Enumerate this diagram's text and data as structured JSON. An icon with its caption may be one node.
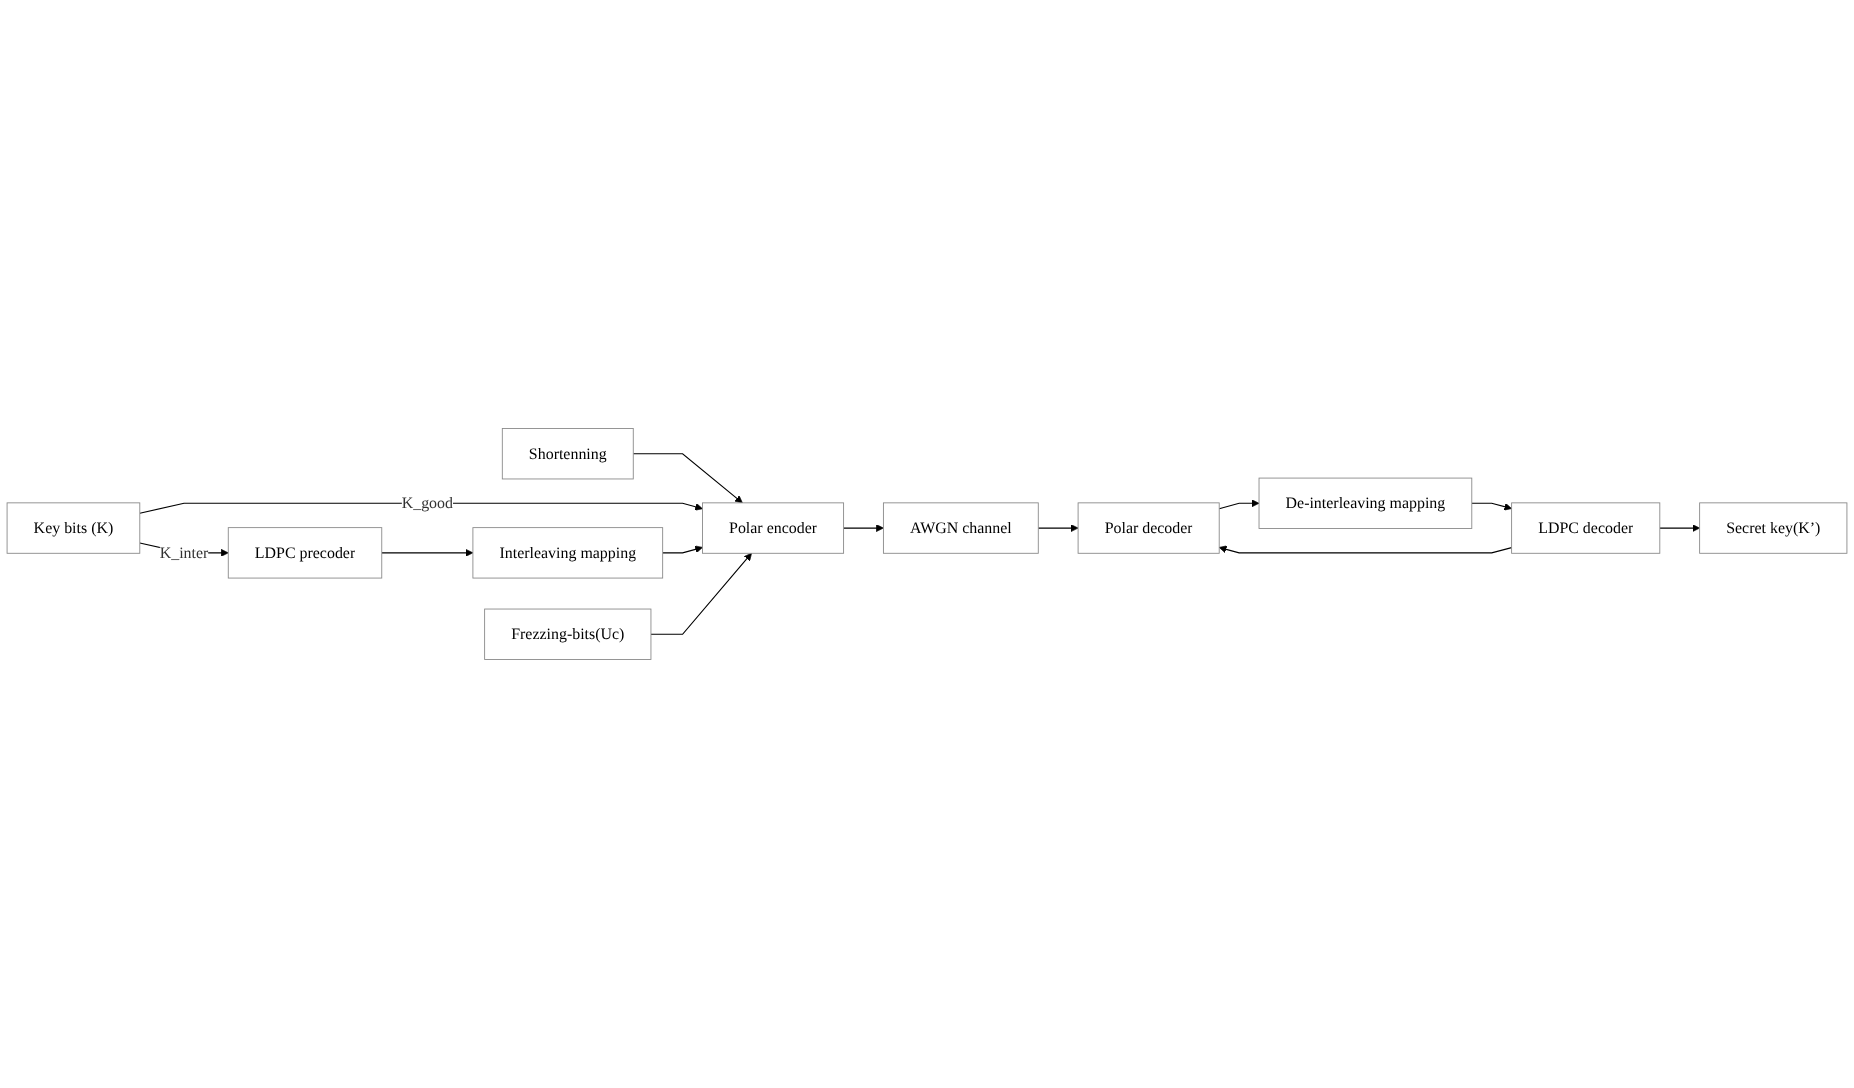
{
  "diagram": {
    "nodes": [
      {
        "text": [
          "Shortenning"
        ]
      },
      {
        "text": [
          "Key bits (K)"
        ]
      },
      {
        "text": [
          "LDPC precoder"
        ]
      },
      {
        "text": [
          "Interleaving mapping"
        ]
      },
      {
        "text": [
          "Polar encoder"
        ]
      },
      {
        "text": [
          "AWGN channel"
        ]
      },
      {
        "text": [
          "Frezzing-bits(Uc)"
        ]
      },
      {
        "text": [
          "Secret key(K’)"
        ]
      },
      {
        "text": [
          "LDPC decoder"
        ]
      },
      {
        "text": [
          "De-interleaving mapping"
        ]
      },
      {
        "text": [
          "Polar decoder"
        ]
      }
    ],
    "edges": [
      {
        "from": 0,
        "to": 4,
        "arrow": "to"
      },
      {
        "from": 1,
        "to": 4,
        "arrow": "to",
        "label": "K_good"
      },
      {
        "from": 1,
        "to": 2,
        "arrow": "to",
        "label": "K_inter"
      },
      {
        "from": 2,
        "to": 3,
        "arrow": "to"
      },
      {
        "from": 3,
        "to": 4,
        "arrow": "to"
      },
      {
        "from": 6,
        "to": 4,
        "arrow": "to"
      },
      {
        "from": 4,
        "to": 5,
        "arrow": "to"
      },
      {
        "from": 5,
        "to": 10,
        "arrow": "to"
      },
      {
        "from": 10,
        "to": 9,
        "arrow": "to"
      },
      {
        "from": 9,
        "to": 8,
        "arrow": "to"
      },
      {
        "from": 8,
        "to": 7,
        "arrow": "to"
      },
      {
        "from": 8,
        "to": 10,
        "arrow": "to"
      }
    ]
  }
}
